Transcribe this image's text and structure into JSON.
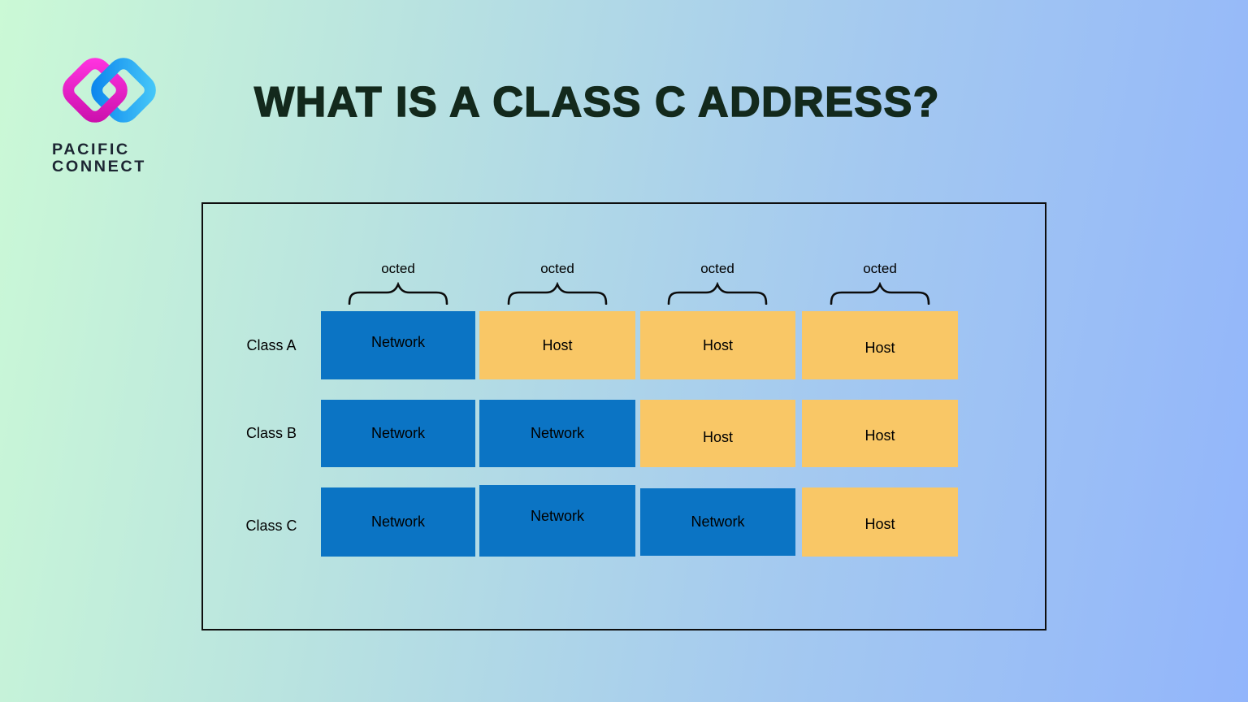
{
  "logo": {
    "line1": "PACIFIC",
    "line2": "CONNECT"
  },
  "title": "WHAT IS A CLASS C ADDRESS?",
  "diagram": {
    "octets": [
      "octed",
      "octed",
      "octed",
      "octed"
    ],
    "rows": [
      {
        "label": "Class A",
        "cells": [
          {
            "text": "Network",
            "type": "network"
          },
          {
            "text": "Host",
            "type": "host"
          },
          {
            "text": "Host",
            "type": "host"
          },
          {
            "text": "Host",
            "type": "host"
          }
        ]
      },
      {
        "label": "Class B",
        "cells": [
          {
            "text": "Network",
            "type": "network"
          },
          {
            "text": "Network",
            "type": "network"
          },
          {
            "text": "Host",
            "type": "host"
          },
          {
            "text": "Host",
            "type": "host"
          }
        ]
      },
      {
        "label": "Class C",
        "cells": [
          {
            "text": "Network",
            "type": "network"
          },
          {
            "text": "Network",
            "type": "network"
          },
          {
            "text": "Network",
            "type": "network"
          },
          {
            "text": "Host",
            "type": "host"
          }
        ]
      }
    ]
  },
  "colors": {
    "network_box": "#0b74c4",
    "host_box": "#f9c766",
    "title_text": "#13291c",
    "logo_text": "#1c2532",
    "logo_pink": "#ee1ed1",
    "logo_blue": "#1fa3f5",
    "background_left": "#cbf9d6",
    "background_right": "#92b5fb",
    "panel_border": "#0e0e0e"
  }
}
